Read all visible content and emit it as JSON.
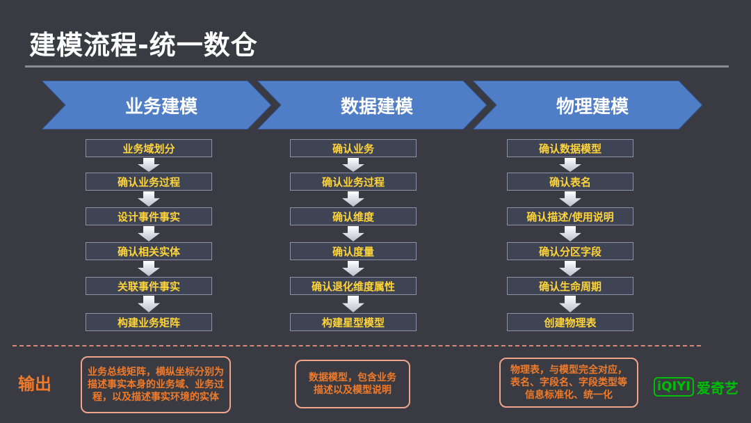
{
  "title": "建模流程-统一数仓",
  "phases": [
    {
      "label": "业务建模",
      "steps": [
        "业务域划分",
        "确认业务过程",
        "设计事件事实",
        "确认相关实体",
        "关联事件事实",
        "构建业务矩阵"
      ]
    },
    {
      "label": "数据建模",
      "steps": [
        "确认业务",
        "确认业务过程",
        "确认维度",
        "确认度量",
        "确认退化维度属性",
        "构建星型模型"
      ]
    },
    {
      "label": "物理建模",
      "steps": [
        "确认数据模型",
        "确认表名",
        "确认描述/使用说明",
        "确认分区字段",
        "确认生命周期",
        "创建物理表"
      ]
    }
  ],
  "output": {
    "label": "输出",
    "boxes": [
      "业务总线矩阵，横纵坐标分别为描述事实本身的业务域、业务过程，以及描述事实环境的实体",
      "数据模型，包含业务描述以及模型说明",
      "物理表，与模型完全对应，表名、字段名、字段类型等信息标准化、统一化"
    ]
  },
  "logo": {
    "mark": "iQIYI",
    "text": "爱奇艺"
  },
  "colors": {
    "chevron": "#4f7ec7",
    "step_text": "#ffd43b",
    "output": "#f07a2a",
    "logo": "#00be06"
  }
}
